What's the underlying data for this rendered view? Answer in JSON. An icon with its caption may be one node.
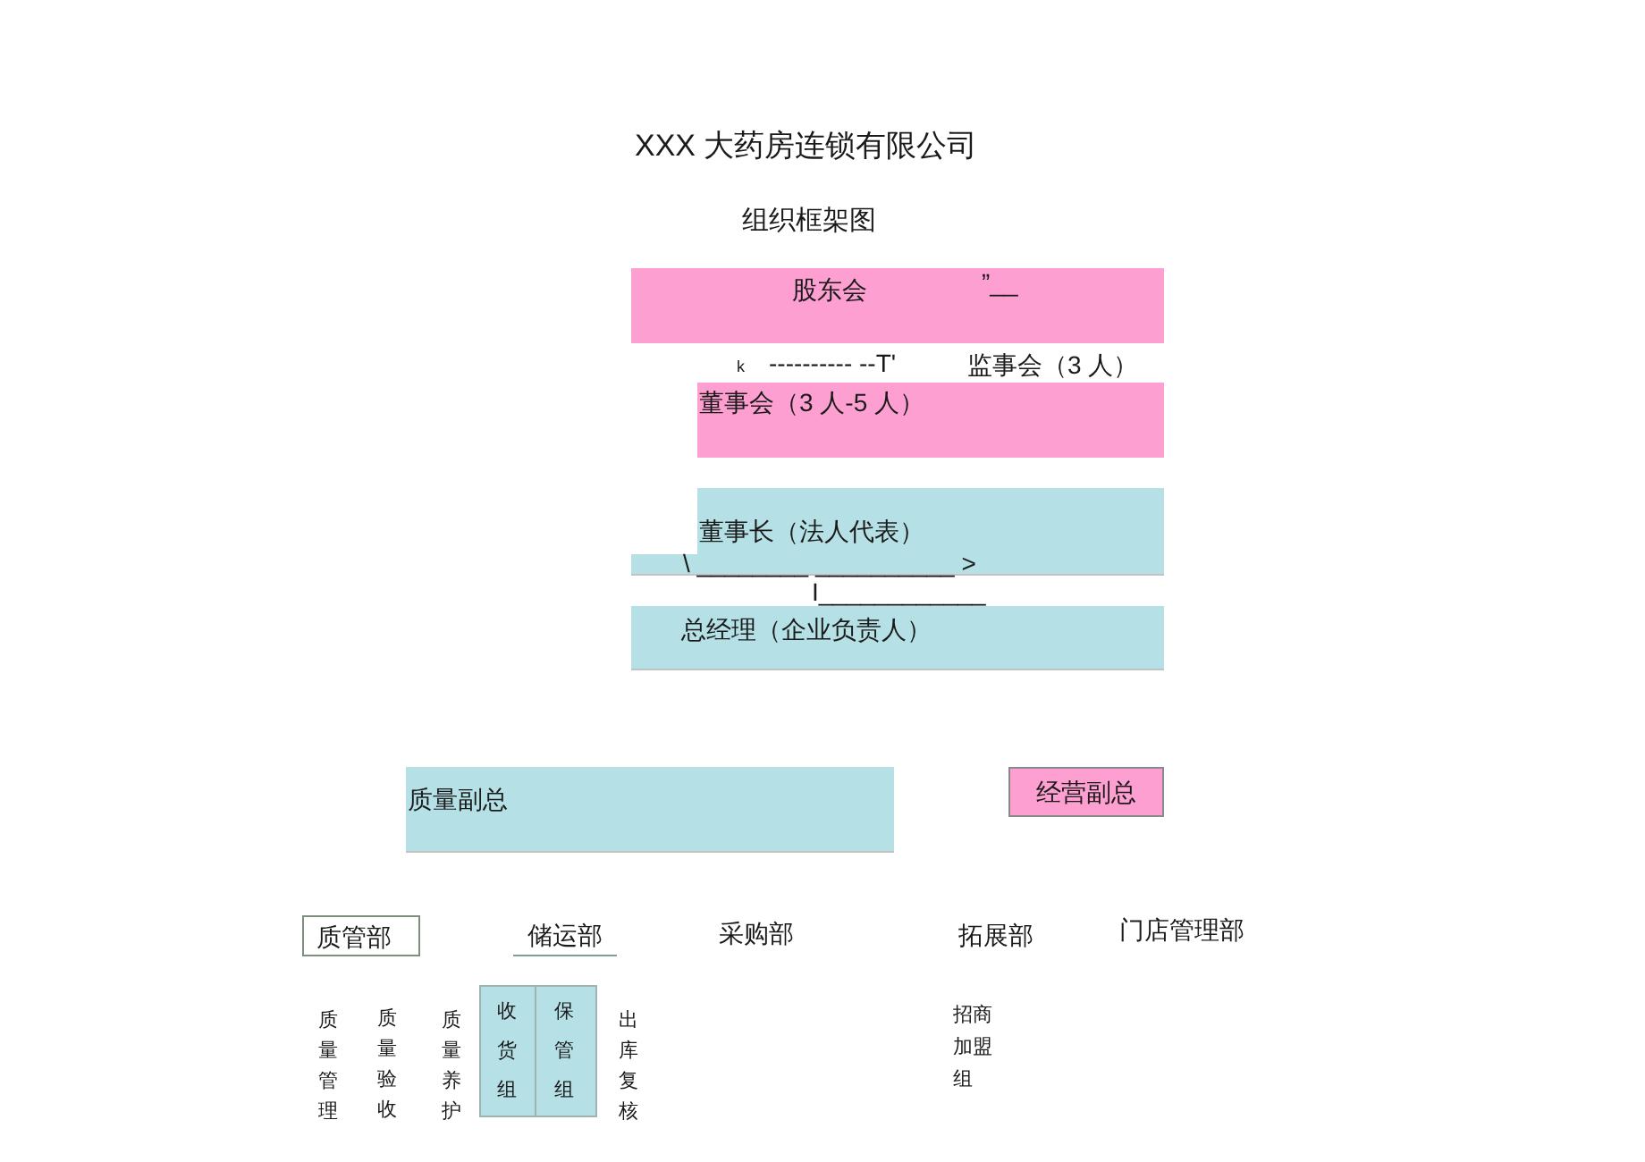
{
  "diagram": {
    "title": "XXX 大药房连锁有限公司",
    "nodes": [
      {
        "text": [
          "股东会",
          "”__"
        ]
      },
      {
        "text": [
          "董事会（3 人-5 人）"
        ]
      },
      {
        "text": [
          "董事长（法人代表）"
        ]
      },
      {
        "text": [],
        "shape": "box"
      },
      {
        "text": [
          "总经理（企业负责人）"
        ]
      },
      {
        "text": [
          "质量副总"
        ]
      },
      {
        "text": [
          "经营副总"
        ]
      },
      {
        "text": [
          "质管部"
        ]
      },
      {
        "text": [
          "收货组"
        ]
      },
      {
        "text": [
          "保管组"
        ]
      }
    ],
    "labels": [
      "组织框架图",
      "k",
      "---------- --T'",
      "监事会（3 人）",
      "\\ ________ __________ >",
      "I____________",
      "储运部",
      "采购部",
      "拓展部",
      "门店管理部",
      "质量管理",
      "质量验收",
      "质量养护",
      "出库复核",
      "招商加盟组"
    ]
  }
}
